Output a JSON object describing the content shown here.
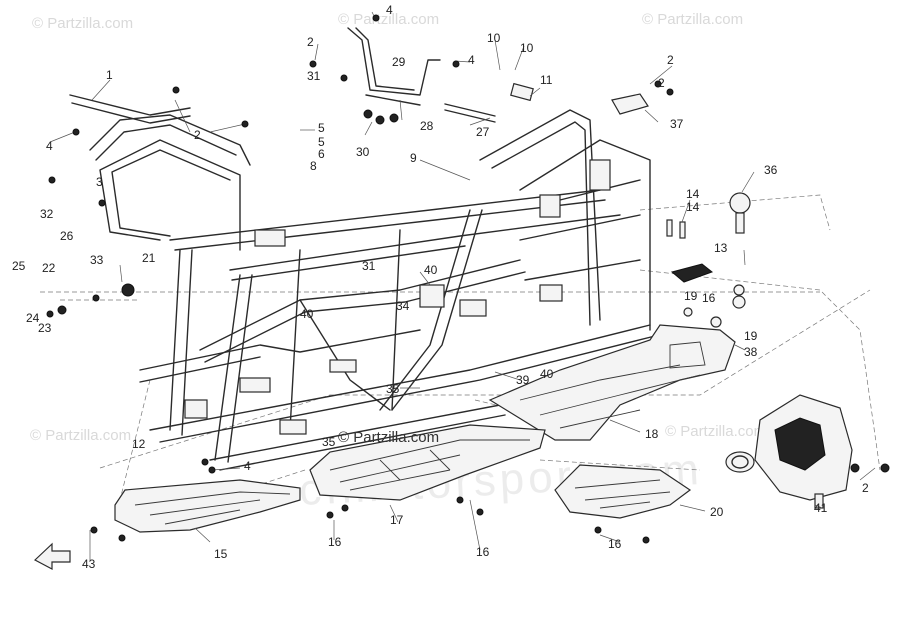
{
  "diagram": {
    "watermarks": {
      "top_left": "© Partzilla.com",
      "top_center": "© Partzilla.com",
      "top_right": "© Partzilla.com",
      "mid_left": "© Partzilla.com",
      "center": "© Partzilla.com",
      "mid_right": "© Partzilla.com",
      "background_text": "cfmotorsport.com"
    },
    "callouts": [
      {
        "id": "c1",
        "text": "1"
      },
      {
        "id": "c2a",
        "text": "2"
      },
      {
        "id": "c2b",
        "text": "2"
      },
      {
        "id": "c2c",
        "text": "2"
      },
      {
        "id": "c2d",
        "text": "2"
      },
      {
        "id": "c2e",
        "text": "2"
      },
      {
        "id": "c3",
        "text": "3"
      },
      {
        "id": "c4a",
        "text": "4"
      },
      {
        "id": "c4b",
        "text": "4"
      },
      {
        "id": "c4c",
        "text": "4"
      },
      {
        "id": "c4d",
        "text": "4"
      },
      {
        "id": "c5a",
        "text": "5"
      },
      {
        "id": "c5b",
        "text": "5"
      },
      {
        "id": "c6",
        "text": "6"
      },
      {
        "id": "c8",
        "text": "8"
      },
      {
        "id": "c9",
        "text": "9"
      },
      {
        "id": "c10a",
        "text": "10"
      },
      {
        "id": "c10b",
        "text": "10"
      },
      {
        "id": "c11",
        "text": "11"
      },
      {
        "id": "c12",
        "text": "12"
      },
      {
        "id": "c13",
        "text": "13"
      },
      {
        "id": "c14a",
        "text": "14"
      },
      {
        "id": "c14b",
        "text": "14"
      },
      {
        "id": "c15",
        "text": "15"
      },
      {
        "id": "c16a",
        "text": "16"
      },
      {
        "id": "c16b",
        "text": "16"
      },
      {
        "id": "c16c",
        "text": "16"
      },
      {
        "id": "c16d",
        "text": "16"
      },
      {
        "id": "c17",
        "text": "17"
      },
      {
        "id": "c18",
        "text": "18"
      },
      {
        "id": "c19a",
        "text": "19"
      },
      {
        "id": "c19b",
        "text": "19"
      },
      {
        "id": "c20",
        "text": "20"
      },
      {
        "id": "c21",
        "text": "21"
      },
      {
        "id": "c22",
        "text": "22"
      },
      {
        "id": "c23",
        "text": "23"
      },
      {
        "id": "c24",
        "text": "24"
      },
      {
        "id": "c25",
        "text": "25"
      },
      {
        "id": "c26",
        "text": "26"
      },
      {
        "id": "c27",
        "text": "27"
      },
      {
        "id": "c28",
        "text": "28"
      },
      {
        "id": "c29",
        "text": "29"
      },
      {
        "id": "c30",
        "text": "30"
      },
      {
        "id": "c31a",
        "text": "31"
      },
      {
        "id": "c31b",
        "text": "31"
      },
      {
        "id": "c32",
        "text": "32"
      },
      {
        "id": "c33",
        "text": "33"
      },
      {
        "id": "c34",
        "text": "34"
      },
      {
        "id": "c35a",
        "text": "35"
      },
      {
        "id": "c35b",
        "text": "35"
      },
      {
        "id": "c36",
        "text": "36"
      },
      {
        "id": "c37",
        "text": "37"
      },
      {
        "id": "c38",
        "text": "38"
      },
      {
        "id": "c39",
        "text": "39"
      },
      {
        "id": "c40a",
        "text": "40"
      },
      {
        "id": "c40b",
        "text": "40"
      },
      {
        "id": "c40c",
        "text": "40"
      },
      {
        "id": "c41",
        "text": "41"
      },
      {
        "id": "c43",
        "text": "43"
      }
    ],
    "colors": {
      "line": "#2b2b2b",
      "background": "#ffffff",
      "watermark": "#d9d9d9"
    }
  }
}
